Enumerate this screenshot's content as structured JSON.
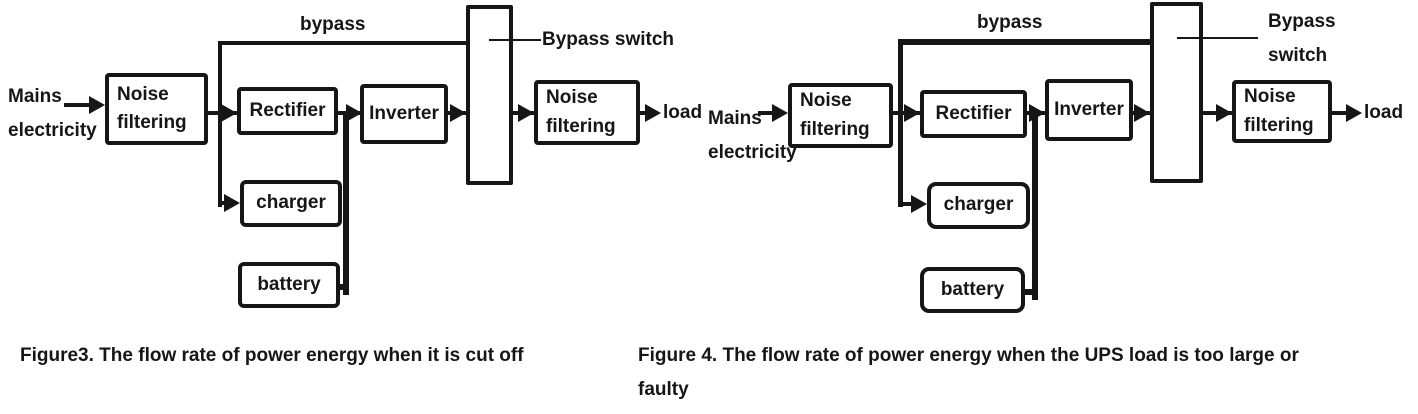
{
  "colors": {
    "ink": "#161616",
    "background": "#ffffff"
  },
  "figure3": {
    "caption": "Figure3. The flow rate of power energy when it is cut off",
    "source_line1": "Mains",
    "source_line2": "electricity",
    "bypass_label": "bypass",
    "bypass_switch_label": "Bypass switch",
    "load_label": "load",
    "blocks": {
      "input_filter": "Noise filtering",
      "rectifier": "Rectifier",
      "inverter": "Inverter",
      "output_filter": "Noise filtering",
      "charger": "charger",
      "battery": "battery"
    }
  },
  "figure4": {
    "caption_line1": "Figure 4. The flow rate of power energy when the UPS load is too large or",
    "caption_line2": "faulty",
    "source_line1": "Mains",
    "source_line2": "electricity",
    "bypass_label": "bypass",
    "bypass_switch_line1": "Bypass",
    "bypass_switch_line2": "switch",
    "load_label": "load",
    "blocks": {
      "input_filter": "Noise filtering",
      "rectifier": "Rectifier",
      "inverter": "Inverter",
      "output_filter": "Noise filtering",
      "charger": "charger",
      "battery": "battery"
    }
  }
}
